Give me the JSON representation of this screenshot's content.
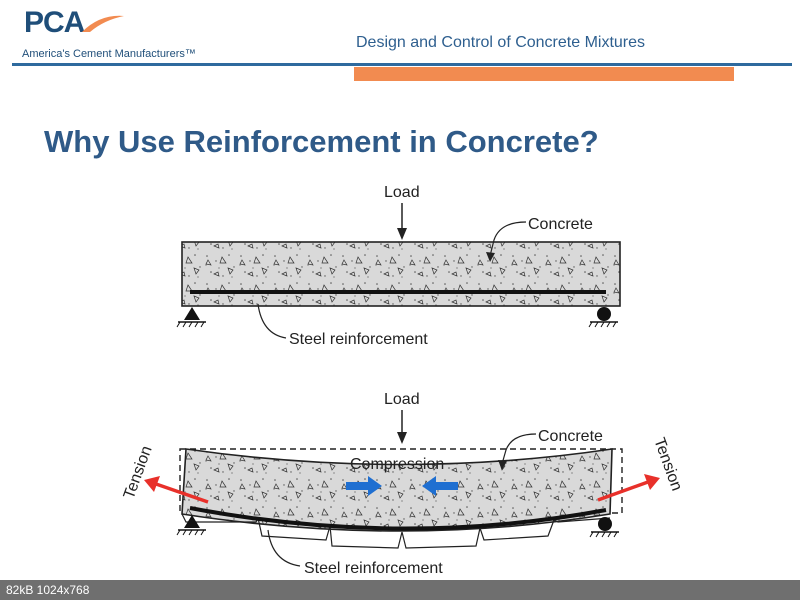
{
  "header": {
    "logo_text": "PCA",
    "logo_tagline": "America's Cement Manufacturers™",
    "title": "Design and Control of Concrete Mixtures"
  },
  "slide": {
    "title": "Why Use Reinforcement in Concrete?"
  },
  "diagram_top": {
    "load_label": "Load",
    "concrete_label": "Concrete",
    "steel_label": "Steel reinforcement"
  },
  "diagram_bottom": {
    "load_label": "Load",
    "concrete_label": "Concrete",
    "compression_label": "Compression",
    "tension_left_label": "Tension",
    "tension_right_label": "Tension",
    "steel_label": "Steel reinforcement"
  },
  "colors": {
    "brand_blue": "#2f5a88",
    "accent_orange": "#f28b50",
    "compression_arrow": "#1f6fd1",
    "tension_arrow": "#e8302a"
  },
  "status": {
    "info": "82kB  1024x768"
  }
}
